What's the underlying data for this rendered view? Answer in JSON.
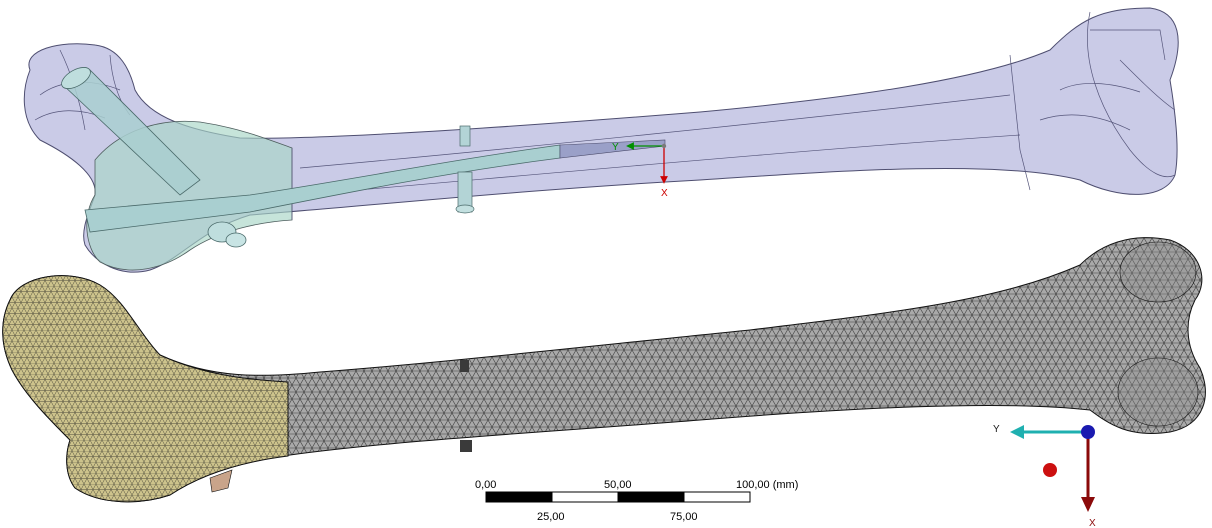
{
  "top_view": {
    "triad": {
      "x_label": "X",
      "y_label": "Y"
    }
  },
  "bottom_view": {
    "triad": {
      "x_label": "X",
      "y_label": "Y"
    }
  },
  "scale_bar": {
    "top_labels": [
      "0,00",
      "50,00",
      "100,00 (mm)"
    ],
    "bottom_labels": [
      "25,00",
      "75,00"
    ]
  },
  "colors": {
    "bone_transparent": "#b3b5dd",
    "implant": "#a9cfd0",
    "mesh_gray": "#a9a9a9",
    "mesh_proximal": "#cdc38c",
    "axis_x": "#cc0000",
    "axis_y": "#009000",
    "triad_y": "#1fb0b0",
    "triad_x": "#8b0a0a",
    "triad_origin": "#1a1ab0"
  }
}
